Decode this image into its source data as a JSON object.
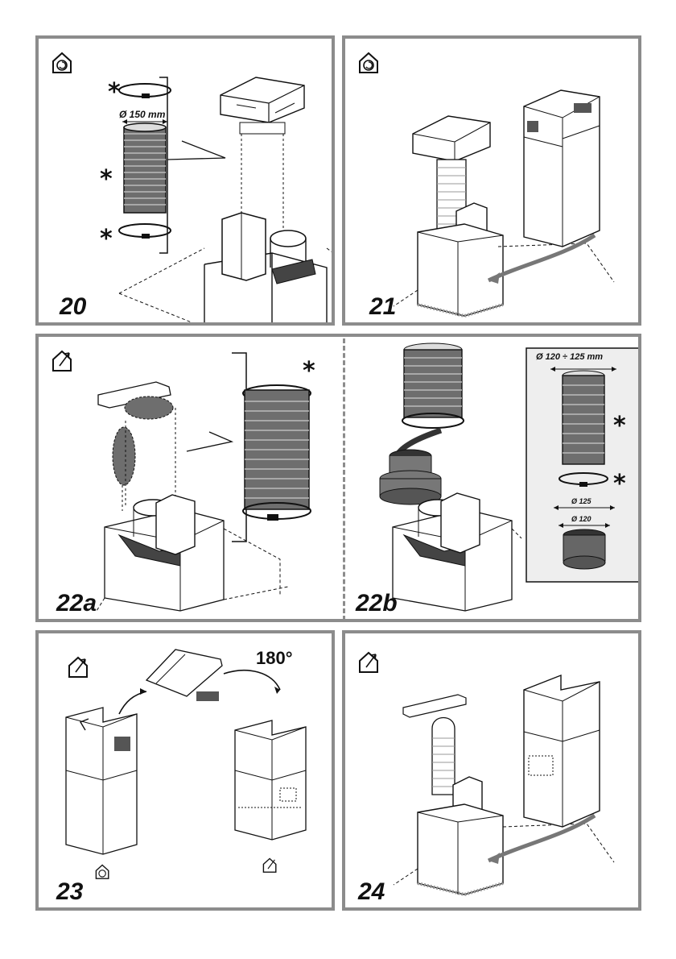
{
  "figures": {
    "f20": {
      "number": "20",
      "diameter": "Ø 150 mm",
      "asterisks": [
        "*",
        "*",
        "*"
      ]
    },
    "f21": {
      "number": "21"
    },
    "f22a": {
      "number": "22a",
      "asterisks": [
        "*"
      ]
    },
    "f22b": {
      "number": "22b",
      "diameter_range": "Ø 120 ÷ 125 mm",
      "d_outer": "Ø 125",
      "d_inner": "Ø 120",
      "asterisks": [
        "*",
        "*"
      ]
    },
    "f23": {
      "number": "23",
      "rotation": "180°"
    },
    "f24": {
      "number": "24"
    }
  },
  "icons": {
    "recirculation": "recirculation-house-icon",
    "extraction": "extraction-house-icon"
  },
  "colors": {
    "frame": "#8c8c8c",
    "ink": "#111111",
    "duct": "#707070",
    "filter": "#555555"
  }
}
